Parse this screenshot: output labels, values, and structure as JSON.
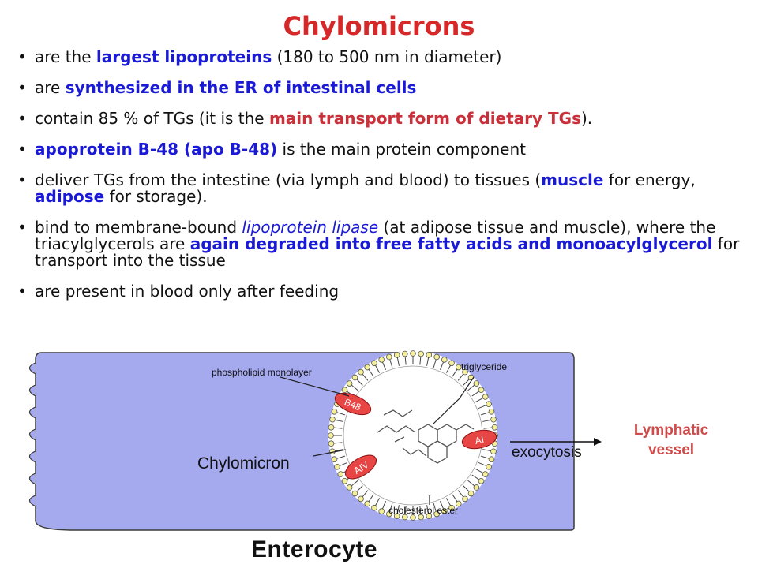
{
  "title": "Chylomicrons",
  "bullets": [
    [
      {
        "t": "are the ",
        "s": ""
      },
      {
        "t": "largest lipoproteins",
        "s": "blue"
      },
      {
        "t": " (180 to 500 nm in diameter)",
        "s": ""
      }
    ],
    [
      {
        "t": "are ",
        "s": ""
      },
      {
        "t": "synthesized in the ER of intestinal cells",
        "s": "blue"
      }
    ],
    [
      {
        "t": "contain 85 % of TGs (it is the ",
        "s": ""
      },
      {
        "t": "main transport form of dietary TGs",
        "s": "red"
      },
      {
        "t": ").",
        "s": ""
      }
    ],
    [
      {
        "t": "apoprotein B-48 (apo B-48)",
        "s": "blue"
      },
      {
        "t": " is the main protein component",
        "s": ""
      }
    ],
    [
      {
        "t": "deliver TGs from the intestine (via lymph and blood) to tissues (",
        "s": ""
      },
      {
        "t": "muscle",
        "s": "blue"
      },
      {
        "t": " for energy, ",
        "s": ""
      },
      {
        "t": "adipose",
        "s": "blue"
      },
      {
        "t": " for storage).",
        "s": ""
      }
    ],
    [
      {
        "t": "bind to membrane-bound ",
        "s": ""
      },
      {
        "t": "lipoprotein lipase",
        "s": "italic"
      },
      {
        "t": " (at adipose tissue and muscle), where the triacylglycerols are ",
        "s": ""
      },
      {
        "t": "again degraded into free fatty acids and monoacylglycerol",
        "s": "blue"
      },
      {
        "t": " for transport into the tissue",
        "s": ""
      }
    ],
    [
      {
        "t": "are present in blood only after feeding",
        "s": ""
      }
    ]
  ],
  "diagram": {
    "labels": {
      "phospholipid": "phospholipid monolayer",
      "triglyceride": "triglyceride",
      "chylomicron": "Chylomicron",
      "cholesterol": "cholesterol ester",
      "b48": "B48",
      "ai": "AI",
      "aiv": "AIV",
      "exocytosis": "exocytosis",
      "lymph_line1": "Lymphatic",
      "lymph_line2": "vessel",
      "enterocyte": "Enterocyte"
    },
    "colors": {
      "cell_fill": "#a5a9ee",
      "cell_stroke": "#3a3a3a",
      "apo_fill": "#e84545",
      "membrane_head": "#f4ef9a",
      "title_red": "#d62828",
      "lymph_red": "#d14a4a"
    }
  }
}
